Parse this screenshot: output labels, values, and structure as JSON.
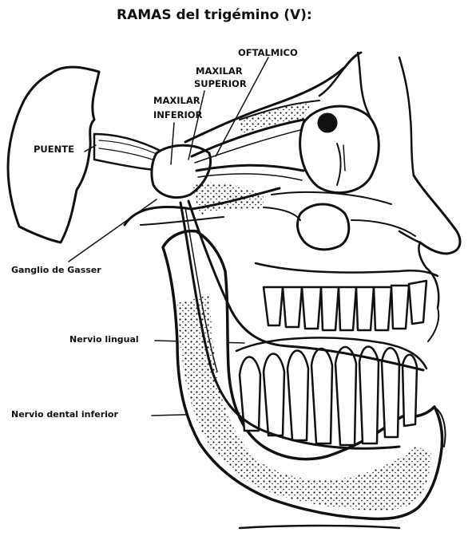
{
  "title": "RAMAS del trigémino (V):",
  "labels": {
    "oftalmico": "OFTALMICO",
    "maxilar_superior_1": "MAXILAR",
    "maxilar_superior_2": "SUPERIOR",
    "maxilar_inferior_1": "MAXILAR",
    "maxilar_inferior_2": "INFERIOR",
    "puente": "PUENTE",
    "ganglio": "Ganglio de Gasser",
    "lingual": "Nervio lingual",
    "dental": "Nervio dental inferior"
  },
  "colors": {
    "ink": "#111111",
    "paper": "#ffffff"
  }
}
